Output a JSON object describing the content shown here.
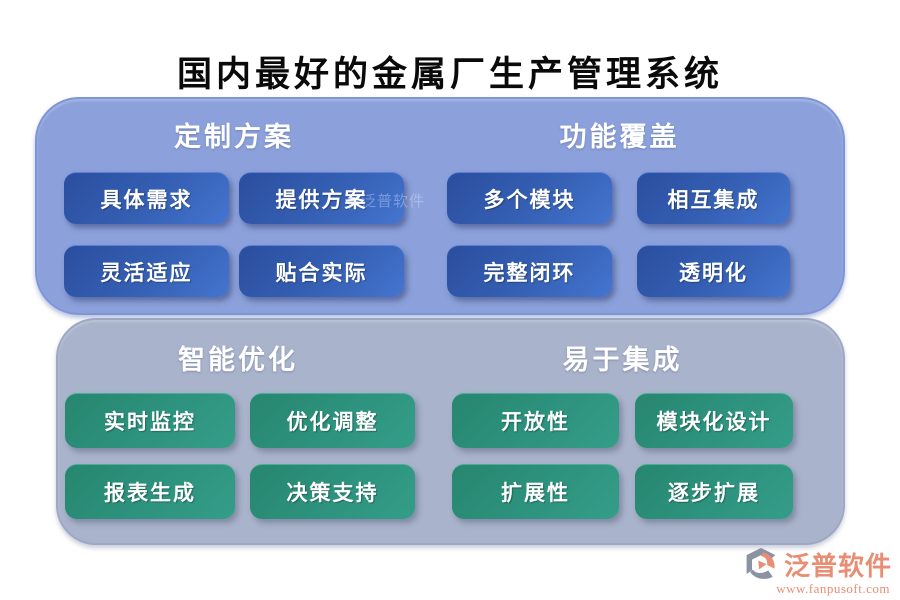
{
  "title": "国内最好的金属厂生产管理系统",
  "colors": {
    "top_panel_bg": "#8CA1DB",
    "bottom_panel_bg": "#A9B3CB",
    "blue_button": "#3560B4",
    "teal_button": "#2E9480",
    "header_text": "#FFFFFF",
    "brand_salmon": "#E78E74"
  },
  "panels": [
    {
      "groups": [
        {
          "header": "定制方案",
          "buttons": [
            "具体需求",
            "提供方案",
            "灵活适应",
            "贴合实际"
          ]
        },
        {
          "header": "功能覆盖",
          "buttons": [
            "多个模块",
            "相互集成",
            "完整闭环",
            "透明化"
          ]
        }
      ]
    },
    {
      "groups": [
        {
          "header": "智能优化",
          "buttons": [
            "实时监控",
            "优化调整",
            "报表生成",
            "决策支持"
          ]
        },
        {
          "header": "易于集成",
          "buttons": [
            "开放性",
            "模块化设计",
            "扩展性",
            "逐步扩展"
          ]
        }
      ]
    }
  ],
  "watermark": {
    "brand": "泛普软件"
  },
  "footer": {
    "brand": "泛普软件",
    "url": "www.fanpusoft.com"
  }
}
